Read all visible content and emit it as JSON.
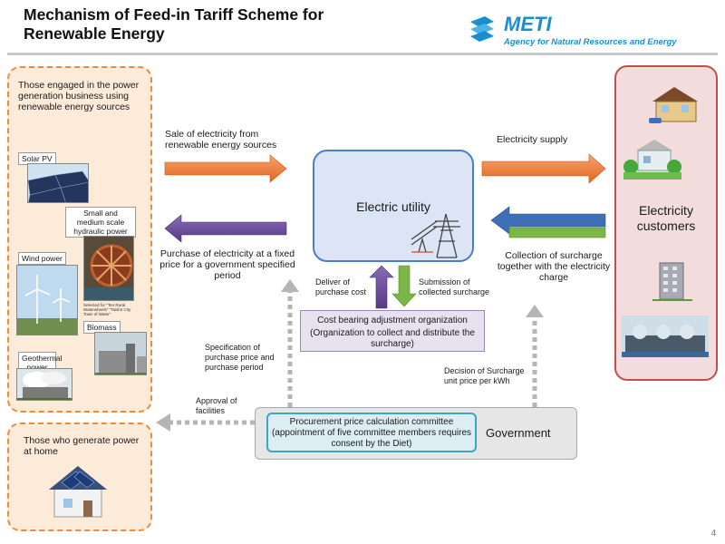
{
  "title": "Mechanism of Feed-in Tariff Scheme for Renewable Energy",
  "logo": {
    "name": "METI",
    "subtitle": "Agency for Natural Resources and Energy",
    "color": "#1a8fd0"
  },
  "generators": {
    "heading": "Those engaged in the power generation business using renewable energy sources",
    "solar": "Solar PV",
    "hydro": "Small and medium scale hydraulic power",
    "wind": "Wind power",
    "biomass": "Biomass",
    "geothermal": "Geothermal power",
    "photo_caption": "Selected for \"Ten Rural Waterwheels\" \"Taishō City Town of Water\""
  },
  "home_generators": {
    "heading": "Those who generate power at home"
  },
  "utility": {
    "label": "Electric utility"
  },
  "customers": {
    "label": "Electricity customers"
  },
  "flows": {
    "sale": "Sale of electricity from renewable energy sources",
    "purchase": "Purchase of electricity at a fixed price for a government specified period",
    "supply": "Electricity supply",
    "collection": "Collection of surcharge together with the electricity charge",
    "deliver": "Deliver of purchase cost",
    "submission": "Submission of collected surcharge",
    "specification": "Specification of purchase price and purchase period",
    "approval": "Approval of facilities",
    "decision": "Decision of Surcharge unit price per kWh"
  },
  "cost_org": {
    "title": "Cost bearing adjustment organization",
    "desc": "(Organization to collect and distribute the surcharge)"
  },
  "government": {
    "label": "Government",
    "committee": "Procurement price calculation committee (appointment of five committee members requires consent by the Diet)"
  },
  "page_number": "4",
  "colors": {
    "orange_arrow": "#ef7a33",
    "purple_arrow": "#6b4c9a",
    "green_arrow": "#7ab648",
    "blue_arrow": "#3f6fb5",
    "dashed_arrow": "#b5b5b5"
  }
}
